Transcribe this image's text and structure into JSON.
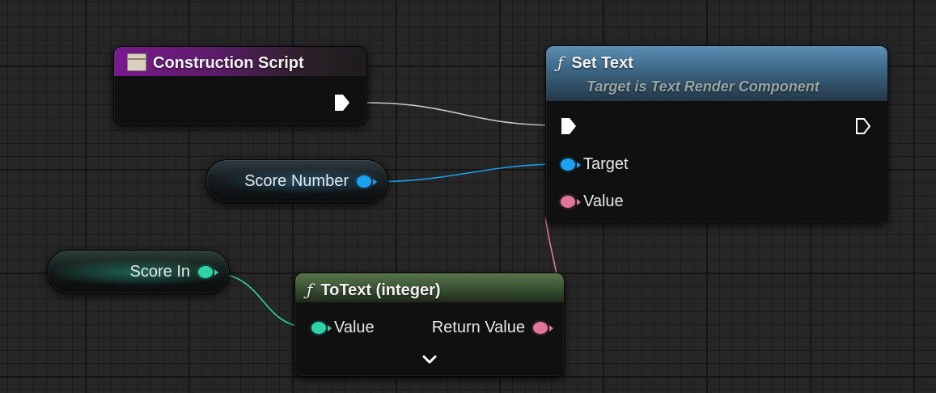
{
  "nodes": {
    "construction_script": {
      "title": "Construction Script",
      "icon": "struct-icon"
    },
    "set_text": {
      "title": "Set Text",
      "subtitle": "Target is Text Render Component",
      "icon": "function-icon",
      "pins": {
        "target": "Target",
        "value": "Value"
      }
    },
    "score_number": {
      "label": "Score Number"
    },
    "score_in": {
      "label": "Score In"
    },
    "to_text": {
      "title": "ToText (integer)",
      "icon": "function-icon",
      "pins": {
        "value": "Value",
        "return_value": "Return Value"
      },
      "expand_icon": "chevron-down-icon"
    }
  },
  "colors": {
    "event_header": "#7a1a8f",
    "function_header_blue": "#4d7a9b",
    "function_header_green": "#4f6b43",
    "object_pin": "#1aa1f0",
    "integer_pin": "#2dd4a8",
    "text_pin": "#e0779a",
    "exec_wire": "#c8c8c8"
  }
}
